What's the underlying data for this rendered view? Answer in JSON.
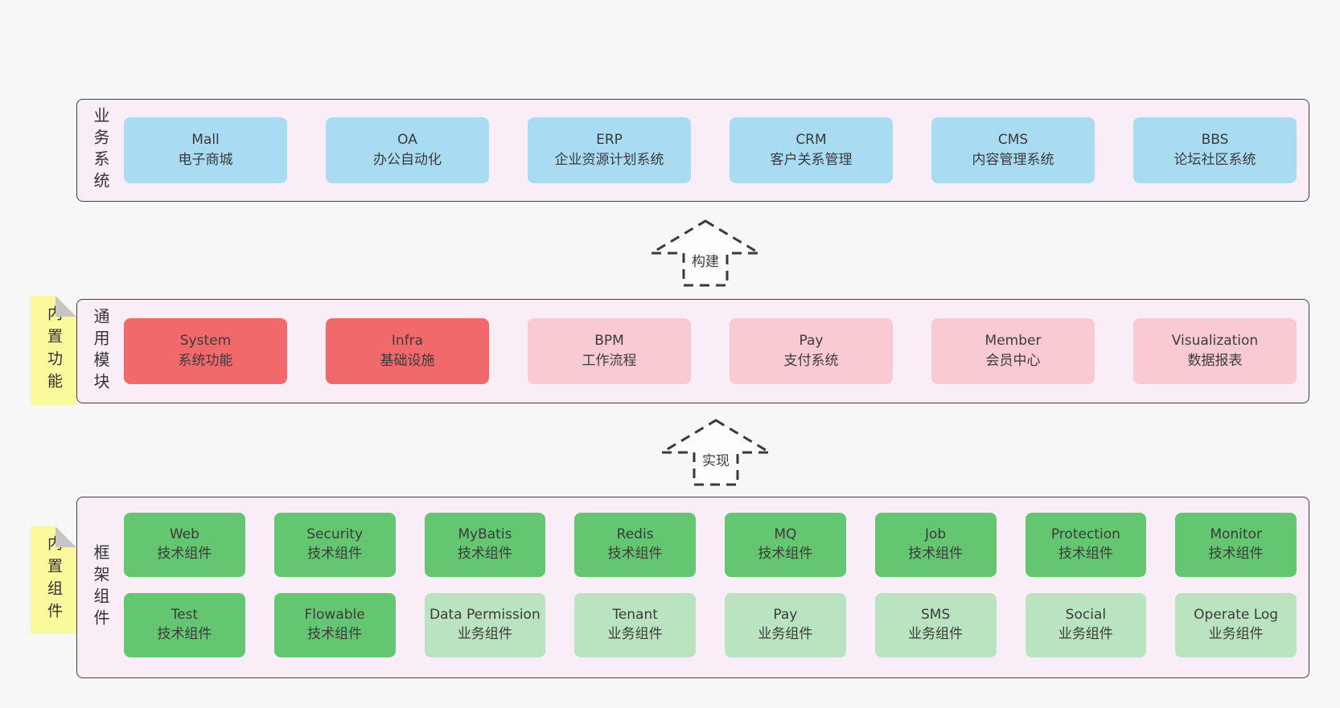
{
  "colors": {
    "page-bg": "#f7f7f7",
    "layer-bg": "#f9eef7",
    "layer-border": "#3f3f3f",
    "box-blue": "#a9dbf3",
    "box-red": "#f2696c",
    "box-pink": "#facad3",
    "box-green": "#65c671",
    "box-green-light": "#b9e4bf",
    "note-yellow": "#fbf99e",
    "note-fold": "#c5c5c5",
    "text": "#3b3b3b",
    "arrow-fill": "#fdfdfd"
  },
  "arrows": [
    {
      "label": "构建"
    },
    {
      "label": "实现"
    }
  ],
  "layers": [
    {
      "label": "业务系统",
      "boxes": [
        {
          "title": "Mall",
          "subtitle": "电子商城",
          "variant": "blue"
        },
        {
          "title": "OA",
          "subtitle": "办公自动化",
          "variant": "blue"
        },
        {
          "title": "ERP",
          "subtitle": "企业资源计划系统",
          "variant": "blue"
        },
        {
          "title": "CRM",
          "subtitle": "客户关系管理",
          "variant": "blue"
        },
        {
          "title": "CMS",
          "subtitle": "内容管理系统",
          "variant": "blue"
        },
        {
          "title": "BBS",
          "subtitle": "论坛社区系统",
          "variant": "blue"
        }
      ]
    },
    {
      "label": "通用模块",
      "note": "内置功能",
      "boxes": [
        {
          "title": "System",
          "subtitle": "系统功能",
          "variant": "red"
        },
        {
          "title": "Infra",
          "subtitle": "基础设施",
          "variant": "red"
        },
        {
          "title": "BPM",
          "subtitle": "工作流程",
          "variant": "pink"
        },
        {
          "title": "Pay",
          "subtitle": "支付系统",
          "variant": "pink"
        },
        {
          "title": "Member",
          "subtitle": "会员中心",
          "variant": "pink"
        },
        {
          "title": "Visualization",
          "subtitle": "数据报表",
          "variant": "pink"
        }
      ]
    },
    {
      "label": "框架组件",
      "note": "内置组件",
      "rows": [
        [
          {
            "title": "Web",
            "subtitle": "技术组件",
            "variant": "green-dark"
          },
          {
            "title": "Security",
            "subtitle": "技术组件",
            "variant": "green-dark"
          },
          {
            "title": "MyBatis",
            "subtitle": "技术组件",
            "variant": "green-dark"
          },
          {
            "title": "Redis",
            "subtitle": "技术组件",
            "variant": "green-dark"
          },
          {
            "title": "MQ",
            "subtitle": "技术组件",
            "variant": "green-dark"
          },
          {
            "title": "Job",
            "subtitle": "技术组件",
            "variant": "green-dark"
          },
          {
            "title": "Protection",
            "subtitle": "技术组件",
            "variant": "green-dark"
          },
          {
            "title": "Monitor",
            "subtitle": "技术组件",
            "variant": "green-dark"
          }
        ],
        [
          {
            "title": "Test",
            "subtitle": "技术组件",
            "variant": "green-dark"
          },
          {
            "title": "Flowable",
            "subtitle": "技术组件",
            "variant": "green-dark"
          },
          {
            "title": "Data Permission",
            "subtitle": "业务组件",
            "variant": "green-light"
          },
          {
            "title": "Tenant",
            "subtitle": "业务组件",
            "variant": "green-light"
          },
          {
            "title": "Pay",
            "subtitle": "业务组件",
            "variant": "green-light"
          },
          {
            "title": "SMS",
            "subtitle": "业务组件",
            "variant": "green-light"
          },
          {
            "title": "Social",
            "subtitle": "业务组件",
            "variant": "green-light"
          },
          {
            "title": "Operate Log",
            "subtitle": "业务组件",
            "variant": "green-light"
          }
        ]
      ]
    }
  ]
}
